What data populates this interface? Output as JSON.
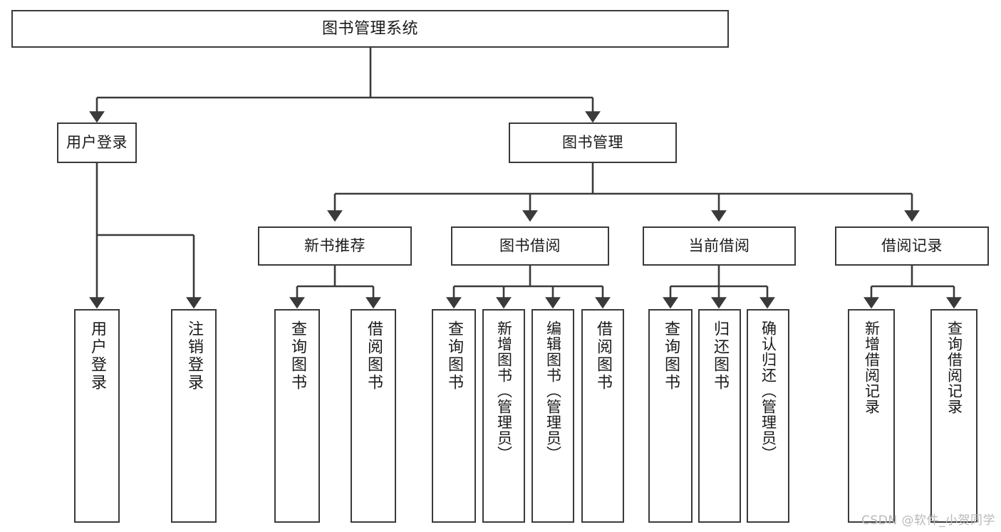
{
  "diagram": {
    "type": "tree-hierarchy",
    "title": "图书管理系统",
    "orientation": "top-down",
    "colors": {
      "box_border": "#3a3a3a",
      "box_fill": "#ffffff",
      "connector": "#3a3a3a",
      "text": "#1a1a1a",
      "watermark": "#b9b9b9",
      "background": "#ffffff"
    },
    "watermark": "CSDN @软件_小贺同学",
    "nodes": {
      "root": {
        "label": "图书管理系统"
      },
      "level2": [
        {
          "id": "user-login",
          "label": "用户登录"
        },
        {
          "id": "book-management",
          "label": "图书管理"
        }
      ],
      "level3": [
        {
          "id": "new-book-recommend",
          "label": "新书推荐"
        },
        {
          "id": "book-borrow",
          "label": "图书借阅"
        },
        {
          "id": "current-borrow",
          "label": "当前借阅"
        },
        {
          "id": "borrow-record",
          "label": "借阅记录"
        }
      ],
      "leaves": [
        {
          "id": "leaf-user-login",
          "label": "用户登录",
          "parent": "user-login"
        },
        {
          "id": "leaf-logout",
          "label": "注销登录",
          "parent": "user-login"
        },
        {
          "id": "leaf-query-book-1",
          "label": "查询图书",
          "parent": "new-book-recommend"
        },
        {
          "id": "leaf-borrow-book-1",
          "label": "借阅图书",
          "parent": "new-book-recommend"
        },
        {
          "id": "leaf-query-book-2",
          "label": "查询图书",
          "parent": "book-borrow"
        },
        {
          "id": "leaf-add-book",
          "label": "新增图书（管理员）",
          "parent": "book-borrow"
        },
        {
          "id": "leaf-edit-book",
          "label": "编辑图书（管理员）",
          "parent": "book-borrow"
        },
        {
          "id": "leaf-borrow-book-2",
          "label": "借阅图书",
          "parent": "book-borrow"
        },
        {
          "id": "leaf-query-book-3",
          "label": "查询图书",
          "parent": "current-borrow"
        },
        {
          "id": "leaf-return-book",
          "label": "归还图书",
          "parent": "current-borrow"
        },
        {
          "id": "leaf-confirm-return",
          "label": "确认归还（管理员）",
          "parent": "current-borrow"
        },
        {
          "id": "leaf-add-record",
          "label": "新增借阅记录",
          "parent": "borrow-record"
        },
        {
          "id": "leaf-query-record",
          "label": "查询借阅记录",
          "parent": "borrow-record"
        }
      ]
    }
  }
}
